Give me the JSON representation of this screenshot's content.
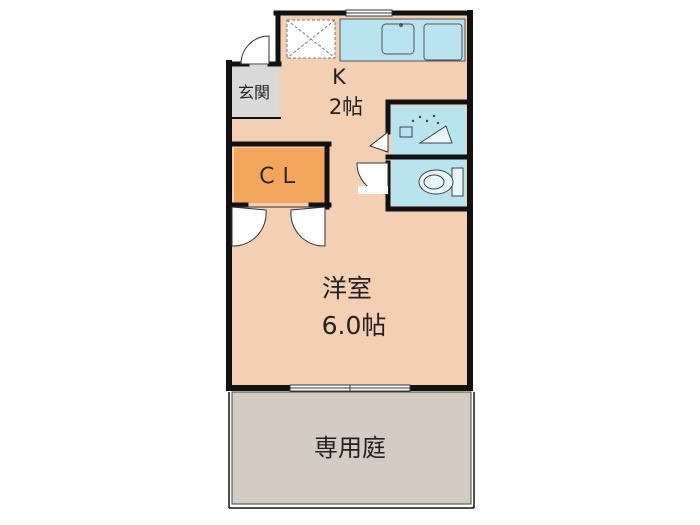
{
  "rooms": {
    "kitchen": {
      "name": "K",
      "size": "2帖"
    },
    "entrance": {
      "name": "玄関"
    },
    "closet": {
      "name": "ＣＬ"
    },
    "western_room": {
      "name": "洋室",
      "size": "6.0帖"
    },
    "garden": {
      "name": "専用庭"
    }
  },
  "fixtures": [
    "refrigerator-space",
    "kitchen-counter",
    "sink",
    "stove",
    "bathroom-shower",
    "toilet"
  ],
  "colors": {
    "floor": "#F3CFB3",
    "closet": "#F2A65C",
    "entrance": "#D9D9D9",
    "garden": "#D4CBC2",
    "fixture": "#B9E3EF",
    "wall": "#111111"
  }
}
